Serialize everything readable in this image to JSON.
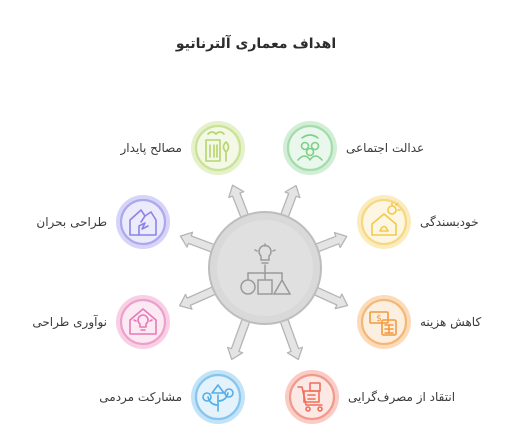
{
  "title": "اهداف معماری آلترناتیو",
  "items": [
    {
      "label": "عدالت اجتماعی",
      "icon": "people-icon",
      "color": "#7fcf8a"
    },
    {
      "label": "خودبسندگی",
      "icon": "solar-house-icon",
      "color": "#f3c84a"
    },
    {
      "label": "کاهش هزینه",
      "icon": "money-calculator-icon",
      "color": "#f29a3c"
    },
    {
      "label": "انتقاد از مصرف‌گرایی",
      "icon": "shopping-cart-icon",
      "color": "#ef6f5b"
    },
    {
      "label": "مشارکت مردمی",
      "icon": "community-tree-icon",
      "color": "#53aee8"
    },
    {
      "label": "نوآوری طراحی",
      "icon": "lightbulb-house-icon",
      "color": "#e879b6"
    },
    {
      "label": "طراحی بحران",
      "icon": "broken-house-icon",
      "color": "#8a84e8"
    },
    {
      "label": "مصالح پایدار",
      "icon": "eco-building-icon",
      "color": "#b5d66a"
    }
  ],
  "center_icon": "design-shapes-icon"
}
